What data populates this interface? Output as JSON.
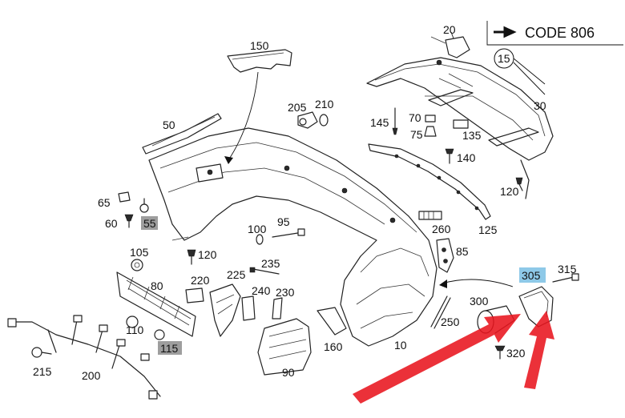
{
  "diagram": {
    "code_label": "CODE 806",
    "highlight_colors": {
      "grey": "#9e9e9e",
      "blue": "#8ec9e8",
      "arrow": "#e8141e"
    },
    "labels": {
      "p150": "150",
      "p20": "20",
      "p15": "15",
      "p30": "30",
      "p205": "205",
      "p210": "210",
      "p50": "50",
      "p145": "145",
      "p70": "70",
      "p75": "75",
      "p135": "135",
      "p140": "140",
      "p65": "65",
      "p60": "60",
      "p55": "55",
      "p120a": "120",
      "p100": "100",
      "p95": "95",
      "p260": "260",
      "p125": "125",
      "p105": "105",
      "p120b": "120",
      "p85": "85",
      "p235": "235",
      "p305": "305",
      "p315": "315",
      "p80": "80",
      "p220": "220",
      "p225": "225",
      "p240": "240",
      "p230": "230",
      "p300": "300",
      "p250": "250",
      "p110": "110",
      "p115": "115",
      "p160": "160",
      "p10": "10",
      "p320": "320",
      "p215": "215",
      "p200": "200",
      "p90": "90"
    }
  }
}
